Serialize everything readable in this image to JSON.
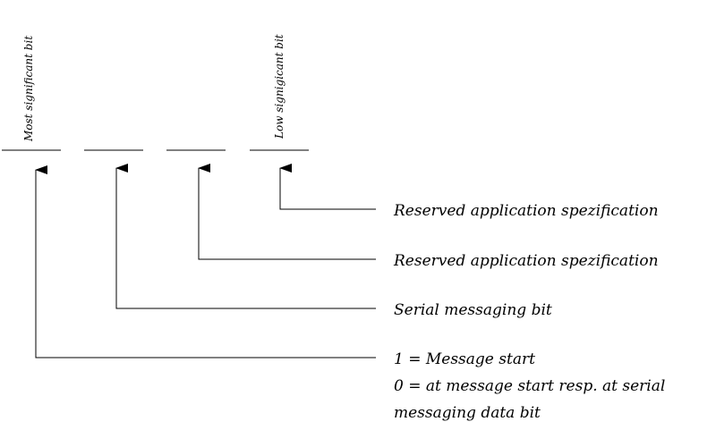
{
  "bit_labels": {
    "most_significant": "Most significant bit",
    "low_significant": "Low signigicant bit"
  },
  "descriptions": {
    "bit0": "Reserved application spezification",
    "bit1": "Reserved application spezification",
    "bit2": "Serial messaging bit",
    "bit3_line1": "1 = Message start",
    "bit3_line2": "0 = at message start resp. at serial",
    "bit3_line3": "messaging data bit"
  }
}
